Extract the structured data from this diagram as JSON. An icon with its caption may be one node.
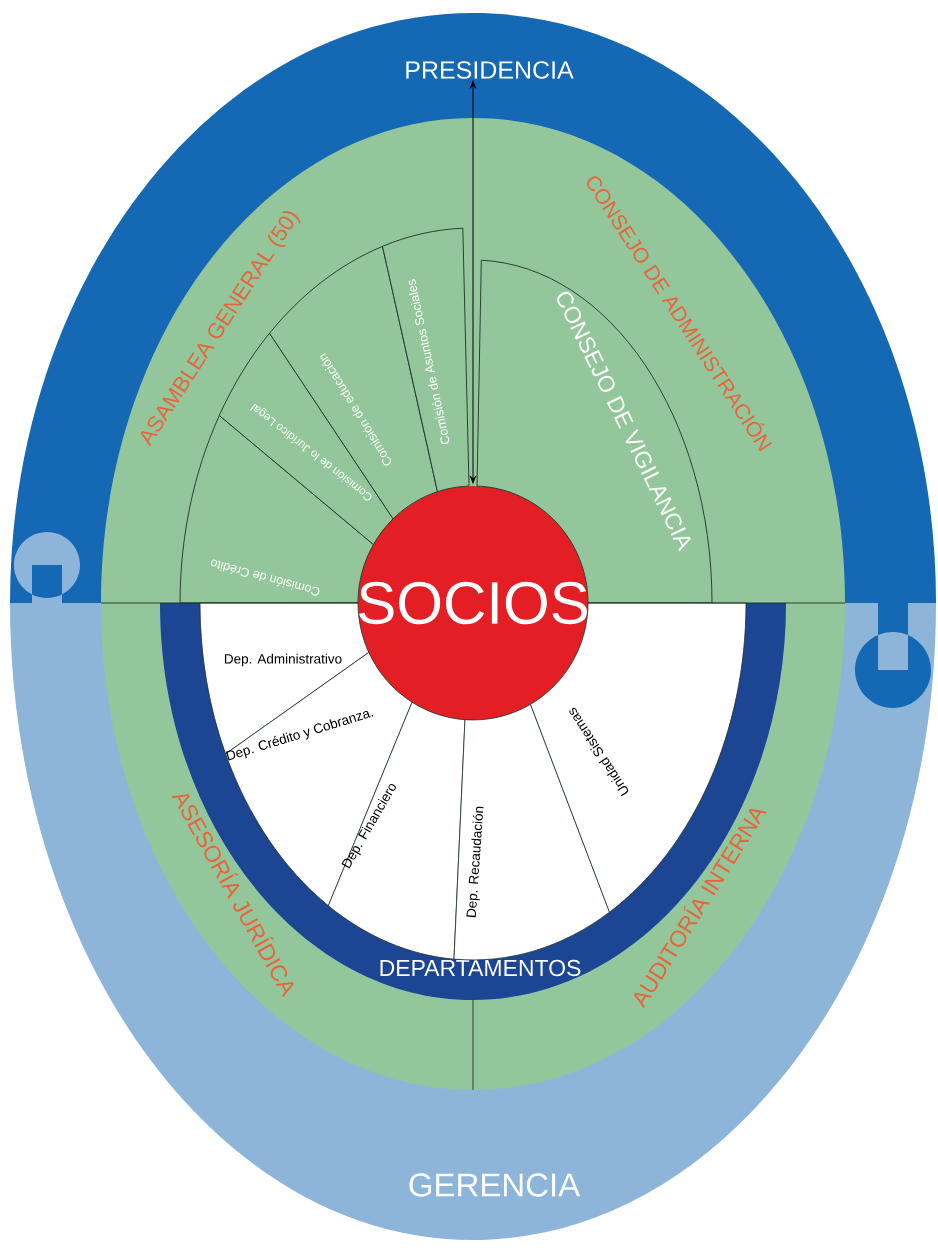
{
  "diagram": {
    "nodes": [
      {
        "text": [
          "PRESIDENCIA"
        ]
      },
      {
        "text": [
          "GERENCIA"
        ]
      },
      {
        "text": [
          "ASAMBLEA GENERAL (50)"
        ],
        "in": 0
      },
      {
        "text": [
          "CONSEJO DE ADMINISTRACIÓN"
        ],
        "in": 0
      },
      {
        "text": [
          "Comisión de Crédito"
        ],
        "in": 2
      },
      {
        "text": [
          "Comisión de lo Jurídico Legal"
        ],
        "in": 2
      },
      {
        "text": [
          "Comisión de educación"
        ],
        "in": 2
      },
      {
        "text": [
          "Comisión de Asuntos Sociales"
        ],
        "in": 2
      },
      {
        "text": [
          "CONSEJO DE VIGILANCIA"
        ],
        "in": 3
      },
      {
        "text": [
          "SOCIOS"
        ]
      },
      {
        "text": [
          "ASESORÍA JURÍDICA"
        ],
        "in": 1
      },
      {
        "text": [
          "AUDITORÍA INTERNA"
        ],
        "in": 1
      },
      {
        "text": [
          "DEPARTAMENTOS"
        ],
        "in": 1
      },
      {
        "text": [
          "Dep. Administrativo"
        ],
        "in": 12
      },
      {
        "text": [
          "Dep. Crédito y Cobranza."
        ],
        "in": 12
      },
      {
        "text": [
          "Dep. Financiero"
        ],
        "in": 12
      },
      {
        "text": [
          "Dep. Recaudación"
        ],
        "in": 12
      },
      {
        "text": [
          "Unidad Sistemas"
        ],
        "in": 12
      }
    ],
    "edges": [
      {
        "from": 0,
        "to": 9,
        "arrow": "both"
      }
    ]
  }
}
